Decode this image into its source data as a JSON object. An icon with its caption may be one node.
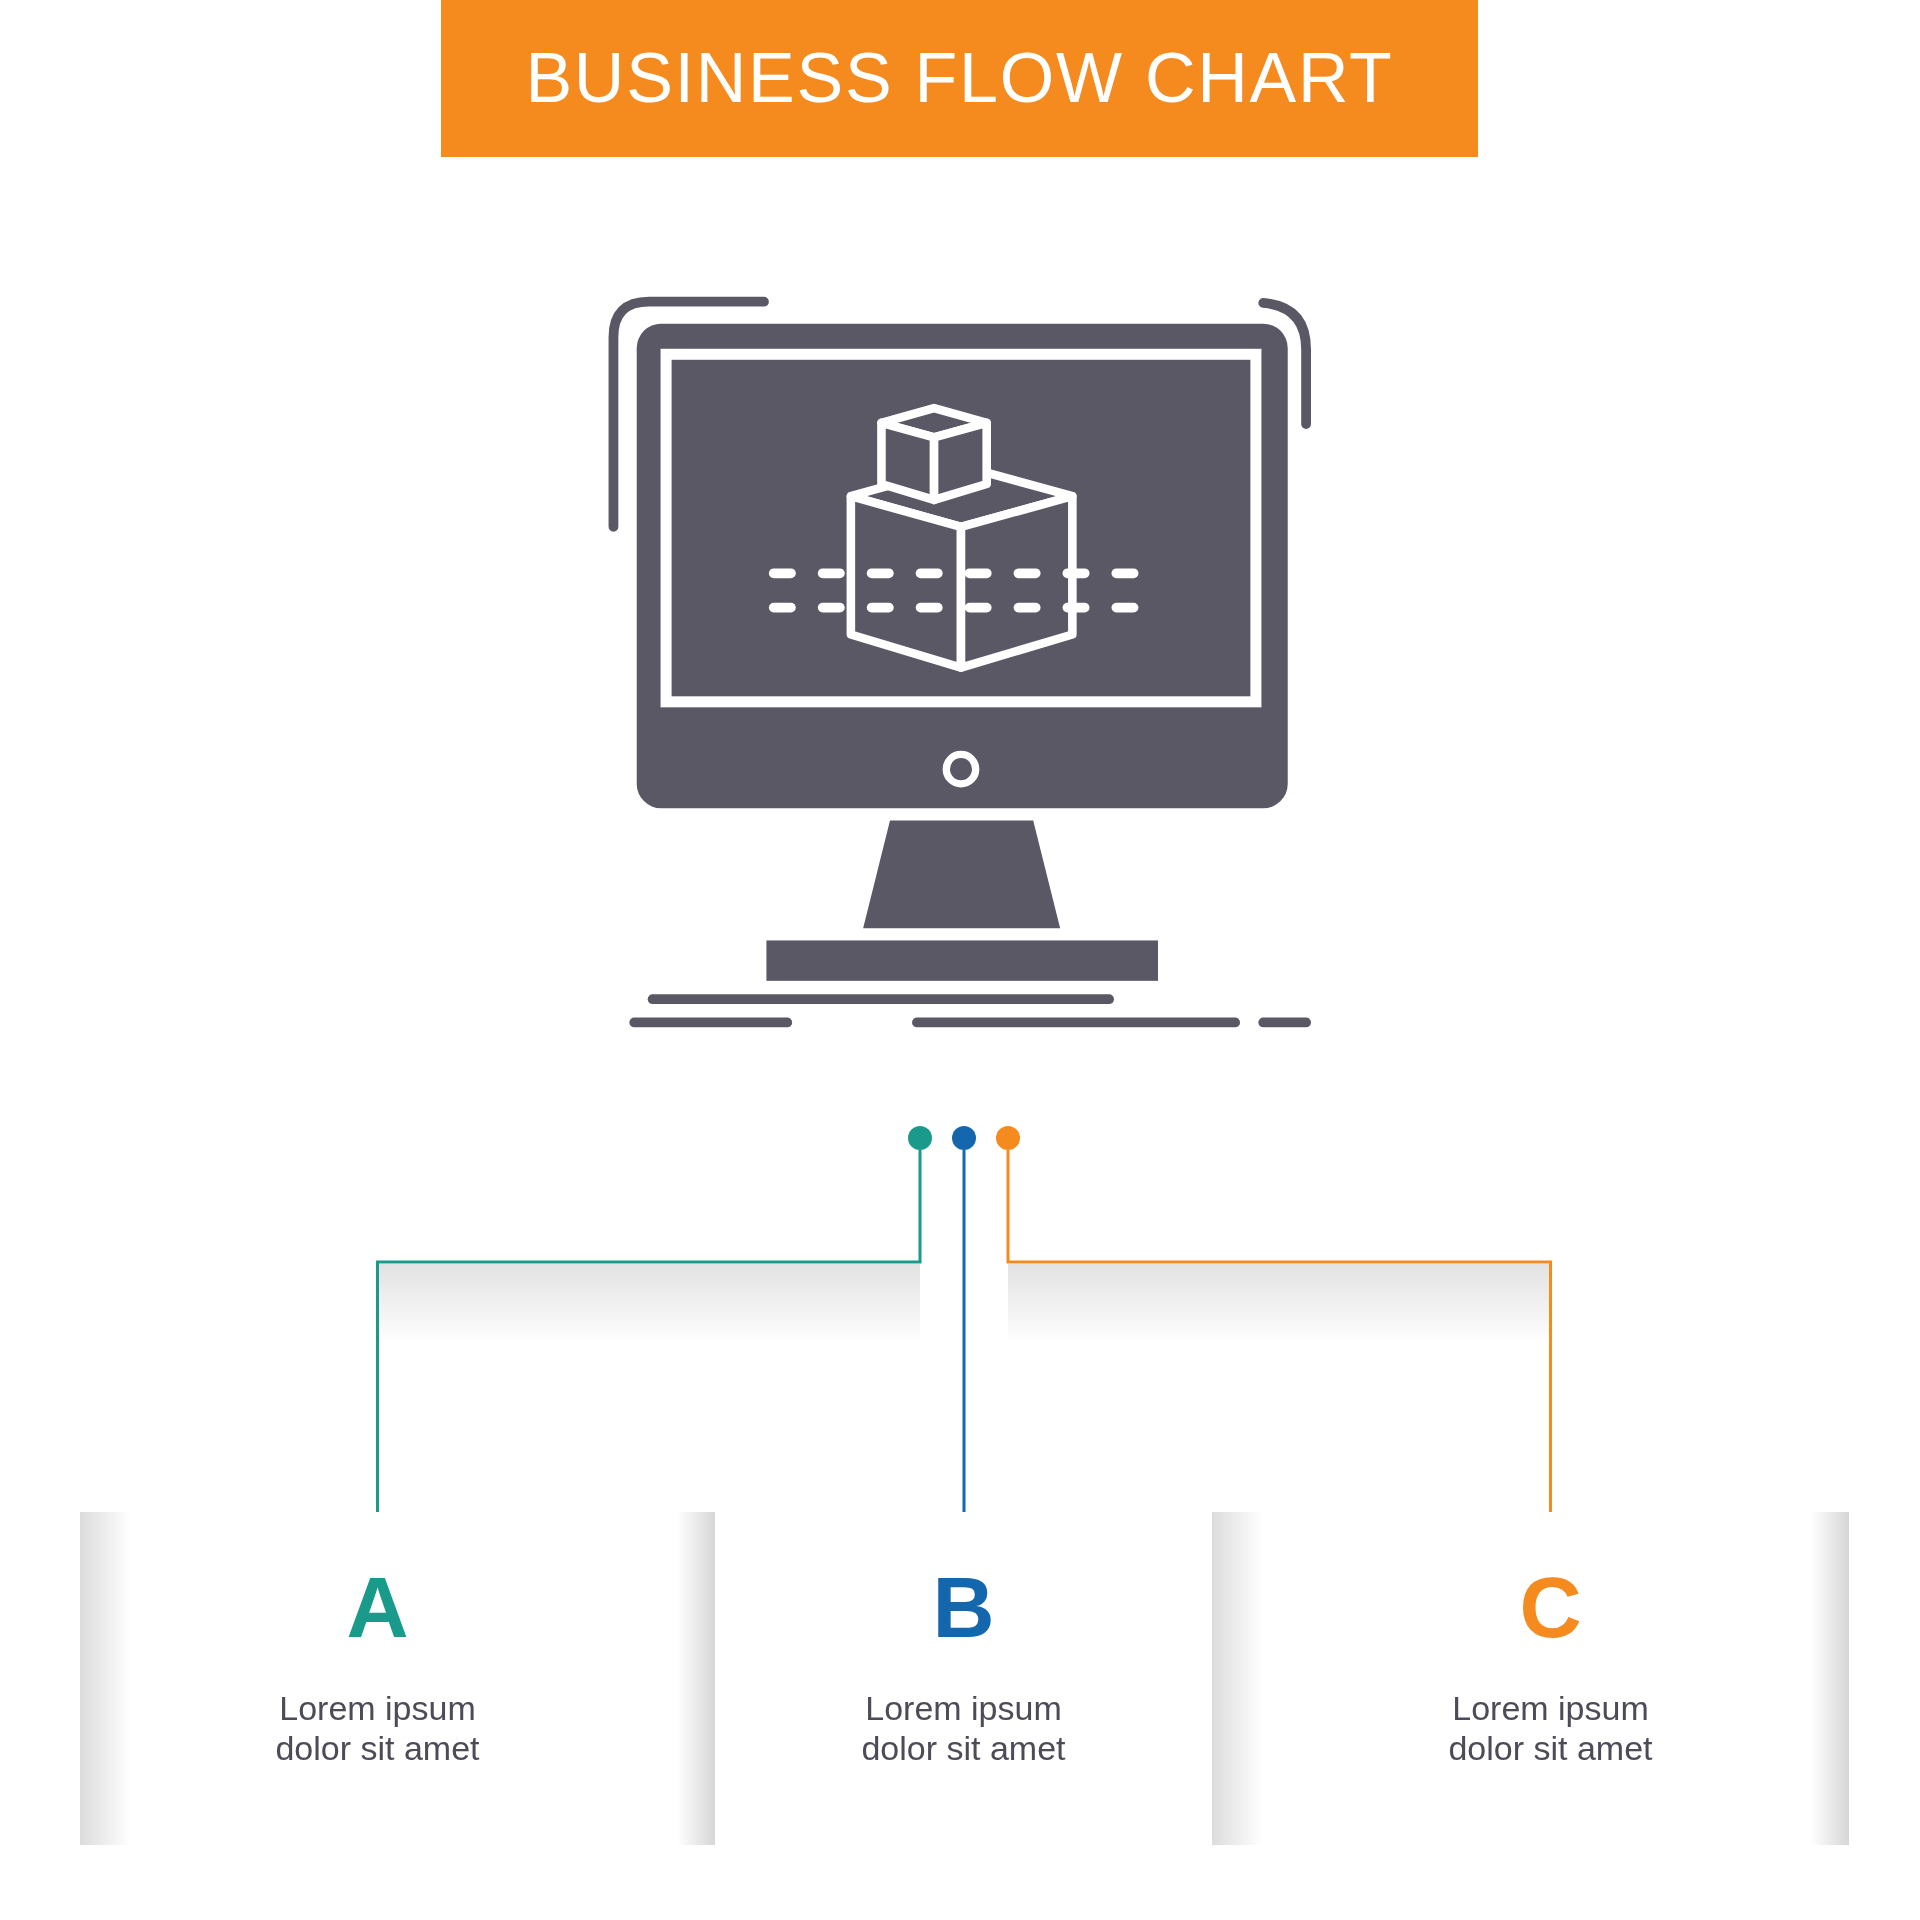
{
  "diagram": {
    "title": "BUSINESS FLOW CHART",
    "nodes": [
      {
        "text": [],
        "shape": "circle"
      },
      {
        "text": [],
        "shape": "circle"
      },
      {
        "text": [],
        "shape": "circle"
      },
      {
        "text": [
          "A",
          "Lorem ipsum dolor sit amet"
        ]
      },
      {
        "text": [
          "B",
          "Lorem ipsum dolor sit amet"
        ]
      },
      {
        "text": [
          "C",
          "Lorem ipsum dolor sit amet"
        ]
      }
    ],
    "edges": [
      {
        "from": 0,
        "to": 3,
        "arrow": "none",
        "color": "#1a9a8a"
      },
      {
        "from": 1,
        "to": 4,
        "arrow": "none",
        "color": "#1467ad"
      },
      {
        "from": 2,
        "to": 5,
        "arrow": "none",
        "color": "#f58b1f"
      }
    ]
  }
}
